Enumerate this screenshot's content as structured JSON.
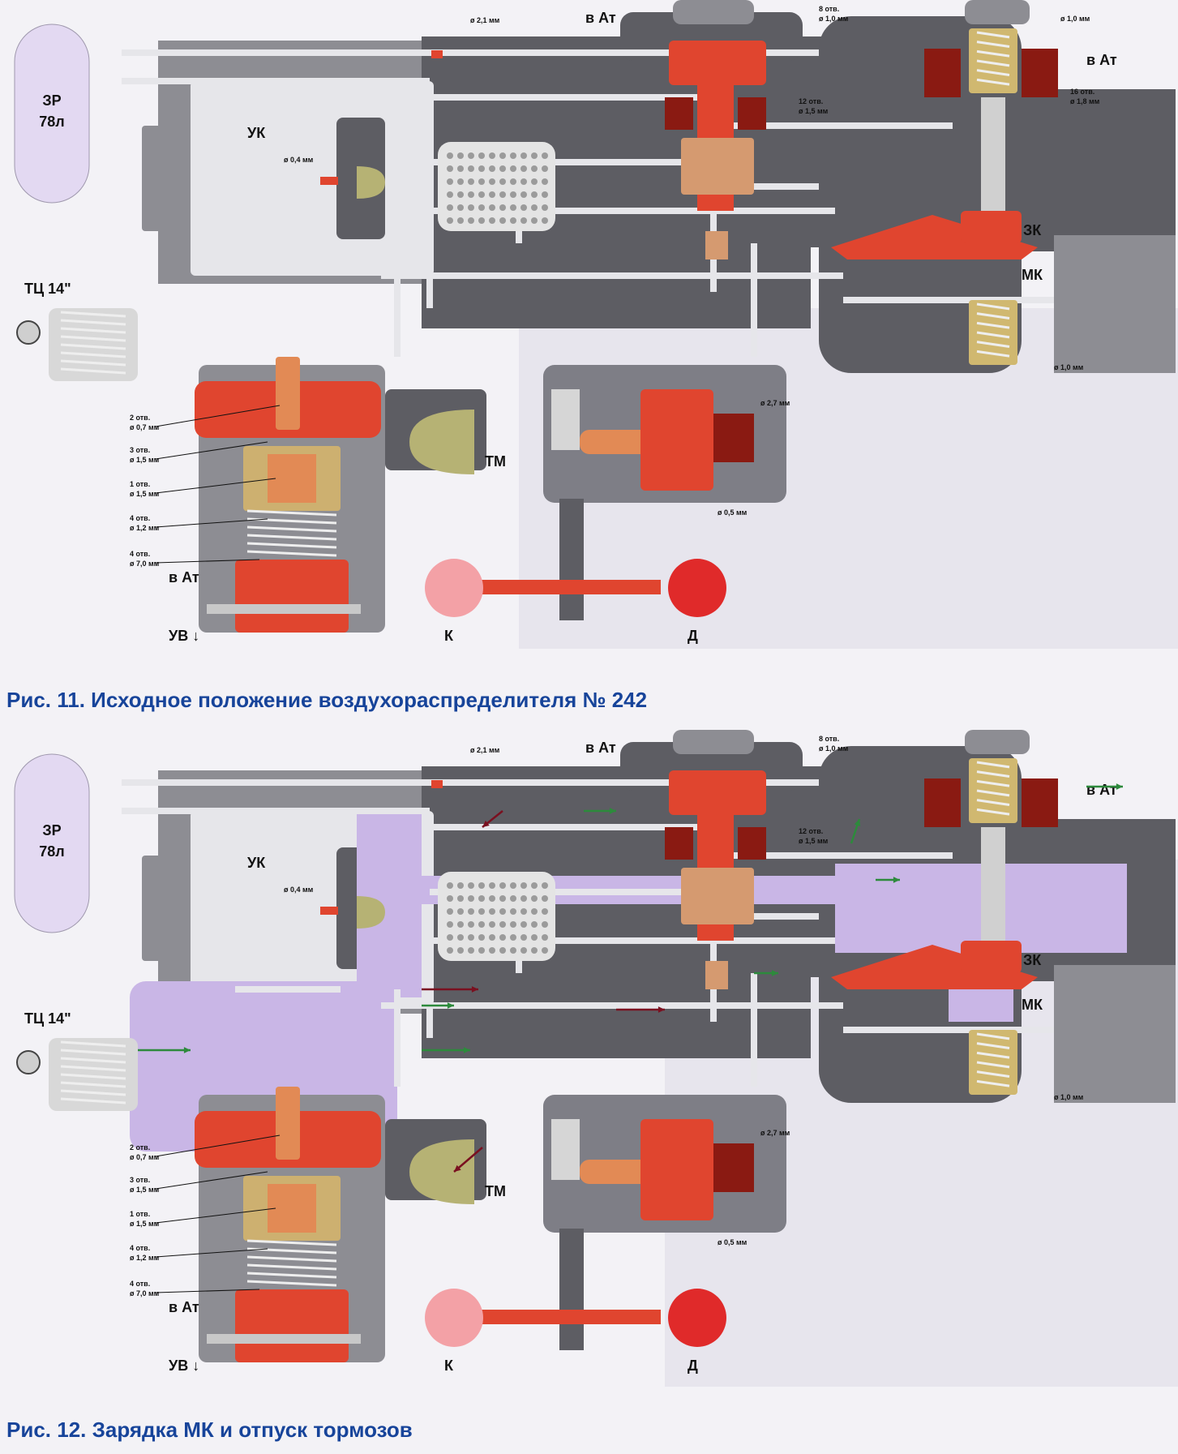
{
  "figures": [
    {
      "id": "fig11",
      "caption": "Рис. 11. Исходное положение воздухораспределителя № 242",
      "purple_shading": false,
      "labels": {
        "zr": "ЗР",
        "zr_vol": "78л",
        "uk": "УК",
        "tc": "ТЦ 14\"",
        "tm": "ТМ",
        "at_top": "в Ат",
        "at_right": "в Ат",
        "at_mid": "в Ат",
        "uv": "УВ ↓",
        "k": "К",
        "d": "Д",
        "zk": "ЗК",
        "mk": "МК"
      },
      "small": {
        "d21": "ø 2,1 мм",
        "d04": "ø 0,4 мм",
        "top_holes": "8 отв.",
        "top_holes_d": "ø 1,0 мм",
        "right_d10": "ø 1,0 мм",
        "h16": "16 отв.",
        "h16_d": "ø 1,8 мм",
        "h12": "12 отв.",
        "h12_d": "ø 1,5 мм",
        "mk_d10": "ø 1,0 мм",
        "d27": "ø 2,7 мм",
        "d05": "ø 0,5 мм",
        "l1a": "2 отв.",
        "l1b": "ø 0,7 мм",
        "l2a": "3 отв.",
        "l2b": "ø 1,5 мм",
        "l3a": "1 отв.",
        "l3b": "ø 1,5 мм",
        "l4a": "4 отв.",
        "l4b": "ø 1,2 мм",
        "l5a": "4 отв.",
        "l5b": "ø 7,0 мм"
      }
    },
    {
      "id": "fig12",
      "caption": "Рис. 12. Зарядка МК и отпуск тормозов",
      "purple_shading": true,
      "labels": {
        "zr": "ЗР",
        "zr_vol": "78л",
        "uk": "УК",
        "tc": "ТЦ 14\"",
        "tm": "ТМ",
        "at_top": "в Ат",
        "at_right": "в Ат",
        "at_mid": "в Ат",
        "uv": "УВ ↓",
        "k": "К",
        "d": "Д",
        "zk": "ЗК",
        "mk": "МК"
      },
      "small": {
        "d21": "ø 2,1 мм",
        "d04": "ø 0,4 мм",
        "top_holes": "8 отв.",
        "top_holes_d": "ø 1,0 мм",
        "right_d10": "",
        "h16": "",
        "h16_d": "",
        "h12": "12 отв.",
        "h12_d": "ø 1,5 мм",
        "mk_d10": "ø 1,0 мм",
        "d27": "ø 2,7 мм",
        "d05": "ø 0,5 мм",
        "l1a": "2 отв.",
        "l1b": "ø 0,7 мм",
        "l2a": "3 отв.",
        "l2b": "ø 1,5 мм",
        "l3a": "1 отв.",
        "l3b": "ø 1,5 мм",
        "l4a": "4 отв.",
        "l4b": "ø 1,2 мм",
        "l5a": "4 отв.",
        "l5b": "ø 7,0 мм"
      }
    }
  ],
  "colors": {
    "body": "#5d5d63",
    "body_light": "#8d8d93",
    "channel": "#e6e6ea",
    "valve_red": "#e0452f",
    "valve_dark": "#8a1a12",
    "spring_tan": "#c7aa6a",
    "bulb": "#b6b274",
    "reservoir": "#e3d9f2",
    "purple": "#c9b6e6",
    "knob_pink": "#f3a1a6",
    "knob_red": "#e02a2a",
    "arrow_green": "#2d8a3c",
    "arrow_red": "#7a1020"
  }
}
